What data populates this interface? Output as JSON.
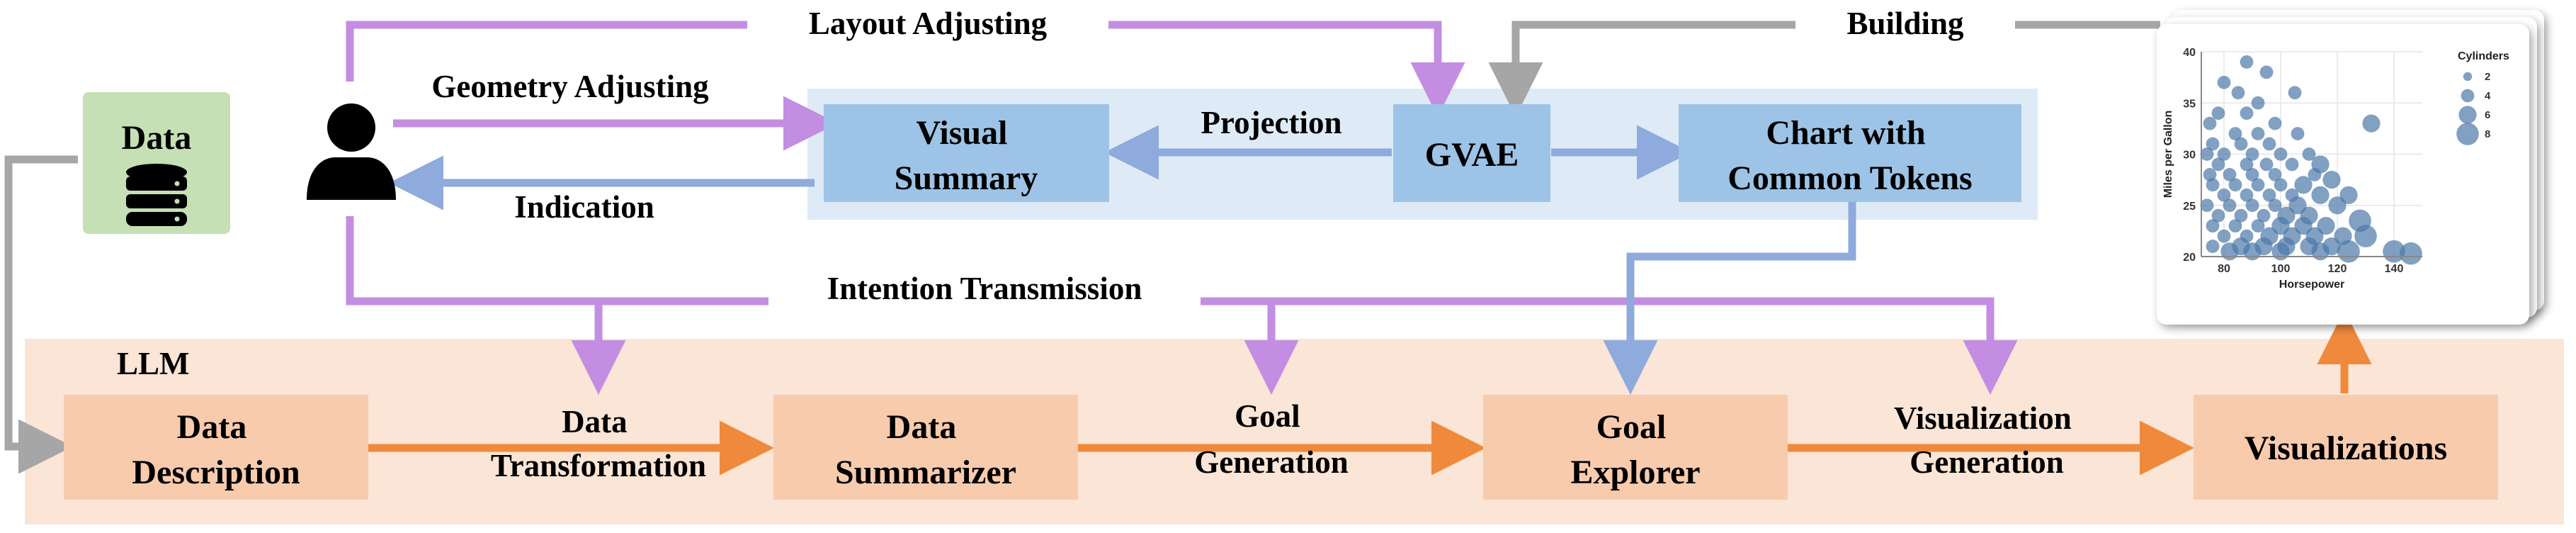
{
  "labels": {
    "layout_adjusting": "Layout Adjusting",
    "building": "Building",
    "geometry_adjusting": "Geometry Adjusting",
    "projection": "Projection",
    "indication": "Indication",
    "intention_transmission": "Intention Transmission",
    "data_transformation": [
      "Data",
      "Transformation"
    ],
    "goal_generation": [
      "Goal",
      "Generation"
    ],
    "visualization_generation": [
      "Visualization",
      "Generation"
    ]
  },
  "nodes": {
    "data": "Data",
    "visual_summary": [
      "Visual",
      "Summary"
    ],
    "gvae": "GVAE",
    "chart_tokens": [
      "Chart with",
      "Common Tokens"
    ],
    "llm": "LLM",
    "data_description": [
      "Data",
      "Description"
    ],
    "data_summarizer": [
      "Data",
      "Summarizer"
    ],
    "goal_explorer": [
      "Goal",
      "Explorer"
    ],
    "visualizations": "Visualizations"
  },
  "colors": {
    "purple": "#c38ee2",
    "gray": "#a6a6a6",
    "blue": "#8faadc",
    "orange": "#ef8a3c",
    "llm_panel": "#fbe5d6",
    "llm_box": "#f8cbad",
    "blue_panel": "#deebf7",
    "blue_box": "#9dc3e6",
    "data_box": "#c5e0b4"
  },
  "chart_data": {
    "type": "scatter",
    "xlabel": "Horsepower",
    "ylabel": "Miles per Gallon",
    "xticks": [
      80,
      100,
      120,
      140
    ],
    "yticks": [
      20,
      25,
      30,
      35,
      40
    ],
    "xlim": [
      72,
      150
    ],
    "ylim": [
      20,
      40
    ],
    "legend": {
      "title": "Cylinders",
      "entries": [
        "2",
        "4",
        "6",
        "8"
      ],
      "sizes": [
        2,
        4,
        6,
        8
      ],
      "placement": "right"
    },
    "points": [
      {
        "x": 88,
        "y": 39,
        "s": 4
      },
      {
        "x": 95,
        "y": 38,
        "s": 4
      },
      {
        "x": 80,
        "y": 37,
        "s": 4
      },
      {
        "x": 105,
        "y": 36,
        "s": 4
      },
      {
        "x": 85,
        "y": 36,
        "s": 4
      },
      {
        "x": 92,
        "y": 35,
        "s": 4
      },
      {
        "x": 78,
        "y": 34,
        "s": 4
      },
      {
        "x": 88,
        "y": 34,
        "s": 4
      },
      {
        "x": 98,
        "y": 33,
        "s": 4
      },
      {
        "x": 75,
        "y": 33,
        "s": 4
      },
      {
        "x": 84,
        "y": 32,
        "s": 4
      },
      {
        "x": 92,
        "y": 32,
        "s": 4
      },
      {
        "x": 76,
        "y": 31,
        "s": 4
      },
      {
        "x": 86,
        "y": 31,
        "s": 4
      },
      {
        "x": 96,
        "y": 31,
        "s": 4
      },
      {
        "x": 74,
        "y": 30,
        "s": 4
      },
      {
        "x": 80,
        "y": 30,
        "s": 4
      },
      {
        "x": 90,
        "y": 30,
        "s": 4
      },
      {
        "x": 100,
        "y": 30,
        "s": 4
      },
      {
        "x": 110,
        "y": 30,
        "s": 4
      },
      {
        "x": 78,
        "y": 29,
        "s": 4
      },
      {
        "x": 88,
        "y": 29,
        "s": 4
      },
      {
        "x": 95,
        "y": 29,
        "s": 4
      },
      {
        "x": 104,
        "y": 29,
        "s": 4
      },
      {
        "x": 75,
        "y": 28,
        "s": 4
      },
      {
        "x": 82,
        "y": 28,
        "s": 4
      },
      {
        "x": 90,
        "y": 28,
        "s": 4
      },
      {
        "x": 98,
        "y": 28,
        "s": 4
      },
      {
        "x": 112,
        "y": 28,
        "s": 4
      },
      {
        "x": 118,
        "y": 27.5,
        "s": 6
      },
      {
        "x": 76,
        "y": 27,
        "s": 4
      },
      {
        "x": 84,
        "y": 27,
        "s": 4
      },
      {
        "x": 92,
        "y": 27,
        "s": 4
      },
      {
        "x": 100,
        "y": 27,
        "s": 4
      },
      {
        "x": 108,
        "y": 27,
        "s": 6
      },
      {
        "x": 80,
        "y": 26,
        "s": 4
      },
      {
        "x": 88,
        "y": 26,
        "s": 4
      },
      {
        "x": 96,
        "y": 26,
        "s": 4
      },
      {
        "x": 104,
        "y": 26,
        "s": 4
      },
      {
        "x": 114,
        "y": 26,
        "s": 6
      },
      {
        "x": 74,
        "y": 25,
        "s": 4
      },
      {
        "x": 82,
        "y": 25,
        "s": 4
      },
      {
        "x": 90,
        "y": 25,
        "s": 4
      },
      {
        "x": 98,
        "y": 25,
        "s": 4
      },
      {
        "x": 106,
        "y": 25,
        "s": 6
      },
      {
        "x": 120,
        "y": 25,
        "s": 6
      },
      {
        "x": 78,
        "y": 24,
        "s": 4
      },
      {
        "x": 86,
        "y": 24,
        "s": 4
      },
      {
        "x": 94,
        "y": 24,
        "s": 4
      },
      {
        "x": 102,
        "y": 24,
        "s": 6
      },
      {
        "x": 110,
        "y": 24,
        "s": 6
      },
      {
        "x": 76,
        "y": 23,
        "s": 4
      },
      {
        "x": 84,
        "y": 23,
        "s": 4
      },
      {
        "x": 92,
        "y": 23,
        "s": 4
      },
      {
        "x": 100,
        "y": 23,
        "s": 6
      },
      {
        "x": 108,
        "y": 23,
        "s": 6
      },
      {
        "x": 116,
        "y": 23,
        "s": 6
      },
      {
        "x": 80,
        "y": 22,
        "s": 4
      },
      {
        "x": 88,
        "y": 22,
        "s": 4
      },
      {
        "x": 96,
        "y": 22,
        "s": 6
      },
      {
        "x": 104,
        "y": 22,
        "s": 6
      },
      {
        "x": 112,
        "y": 22,
        "s": 6
      },
      {
        "x": 122,
        "y": 22,
        "s": 6
      },
      {
        "x": 128,
        "y": 23.5,
        "s": 8
      },
      {
        "x": 76,
        "y": 21,
        "s": 4
      },
      {
        "x": 86,
        "y": 21,
        "s": 6
      },
      {
        "x": 94,
        "y": 21,
        "s": 6
      },
      {
        "x": 102,
        "y": 21,
        "s": 6
      },
      {
        "x": 110,
        "y": 21,
        "s": 6
      },
      {
        "x": 118,
        "y": 21,
        "s": 6
      },
      {
        "x": 82,
        "y": 20.5,
        "s": 6
      },
      {
        "x": 90,
        "y": 20.5,
        "s": 6
      },
      {
        "x": 100,
        "y": 20.5,
        "s": 6
      },
      {
        "x": 114,
        "y": 20.5,
        "s": 6
      },
      {
        "x": 124,
        "y": 20.5,
        "s": 8
      },
      {
        "x": 140,
        "y": 20.5,
        "s": 8
      },
      {
        "x": 132,
        "y": 33,
        "s": 6
      },
      {
        "x": 106,
        "y": 32,
        "s": 4
      },
      {
        "x": 114,
        "y": 29,
        "s": 6
      },
      {
        "x": 124,
        "y": 26,
        "s": 6
      },
      {
        "x": 130,
        "y": 22,
        "s": 8
      },
      {
        "x": 146,
        "y": 20.3,
        "s": 8
      }
    ]
  }
}
